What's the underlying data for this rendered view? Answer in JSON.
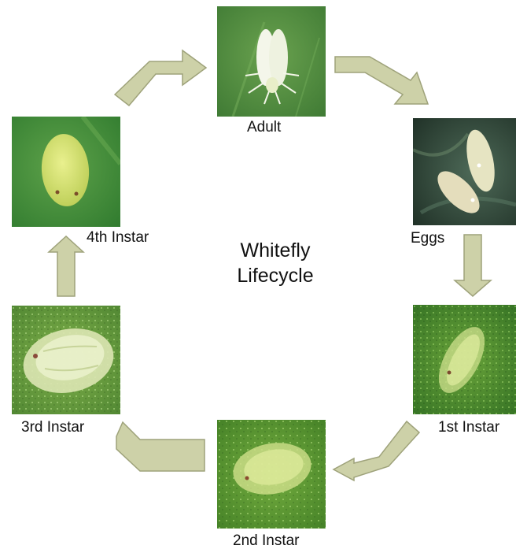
{
  "title": {
    "line1": "Whitefly",
    "line2": "Lifecycle"
  },
  "stages": {
    "adult": "Adult",
    "eggs": "Eggs",
    "instar1": "1st Instar",
    "instar2": "2nd Instar",
    "instar3": "3rd Instar",
    "instar4": "4th Instar"
  },
  "colors": {
    "arrow_fill": "#cdd1a8",
    "arrow_stroke": "#9ea27a",
    "leaf_green": "#5f9a45",
    "leaf_dark": "#2f4a3a"
  }
}
